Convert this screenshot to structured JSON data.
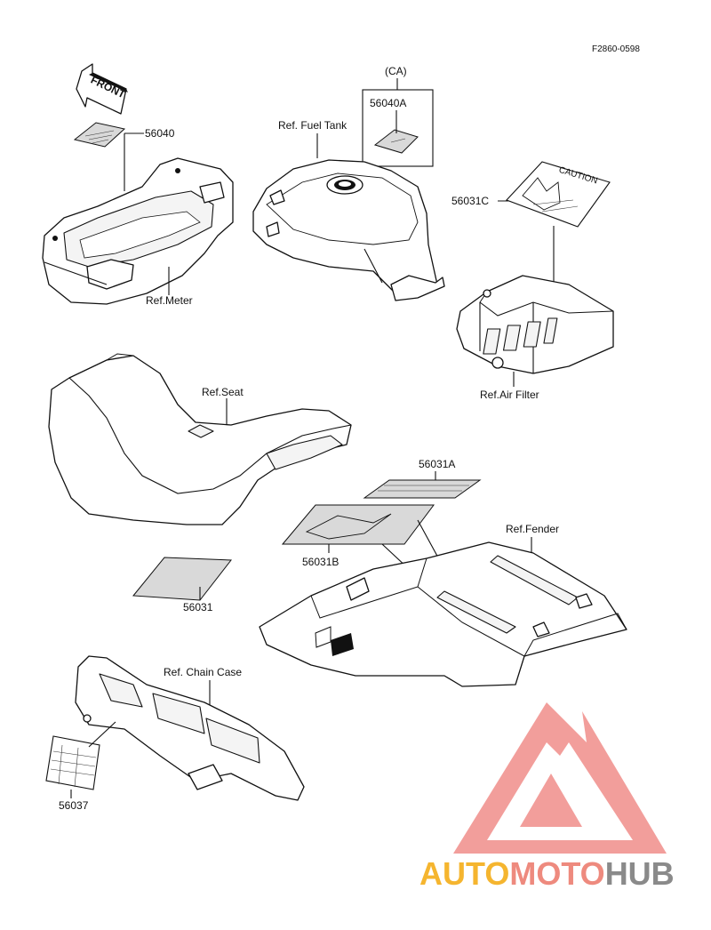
{
  "diagram": {
    "code": "F2860-0598",
    "front_arrow_text": "FRONT",
    "callouts": {
      "p56040": "56040",
      "ca": "(CA)",
      "p56040A": "56040A",
      "fuel_tank": "Ref. Fuel Tank",
      "p56031C": "56031C",
      "meter": "Ref.Meter",
      "air_filter": "Ref.Air Filter",
      "seat": "Ref.Seat",
      "p56031A": "56031A",
      "fender": "Ref.Fender",
      "p56031B": "56031B",
      "p56031": "56031",
      "chain_case": "Ref. Chain Case",
      "p56037": "56037"
    },
    "caution_plate_text": "CAUTION"
  },
  "watermark": {
    "part1": "AUTO",
    "part2": "MOTO",
    "part3": "HUB",
    "colors": {
      "auto": "#f5b52f",
      "moto": "#ee8a7e",
      "hub": "#8a8a8a",
      "triangle": "#f08d89"
    }
  }
}
